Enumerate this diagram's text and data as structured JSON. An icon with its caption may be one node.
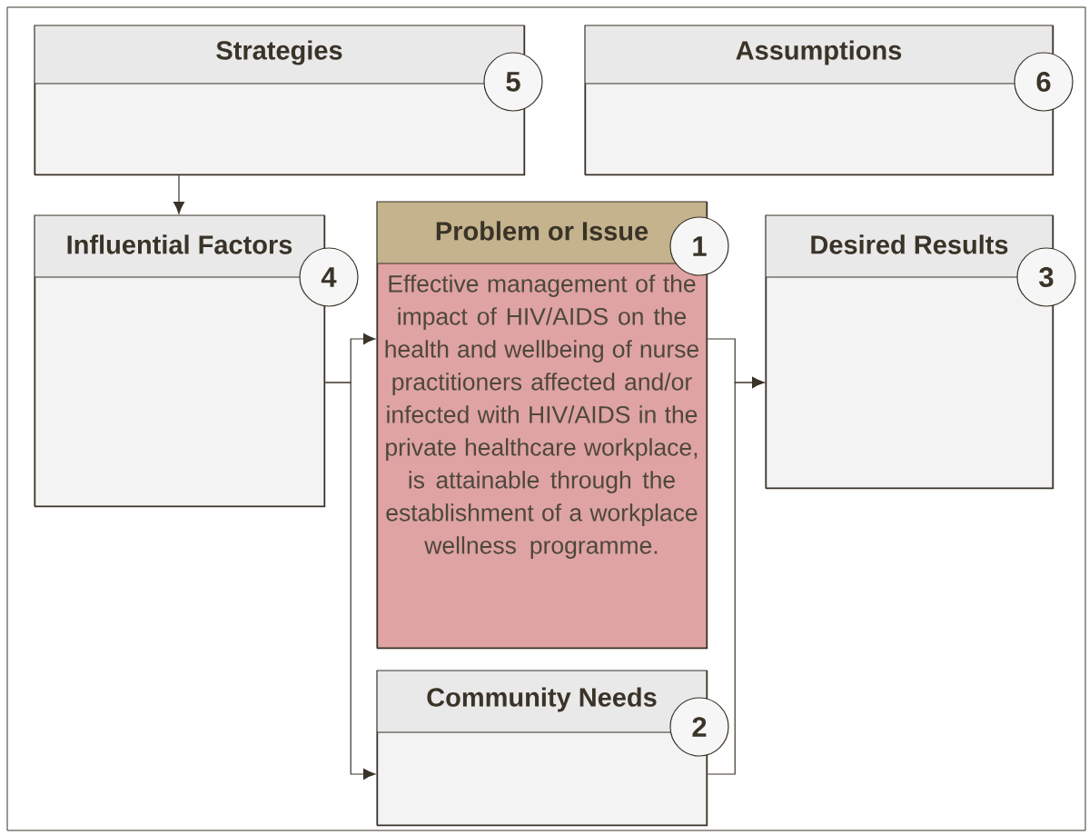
{
  "diagram": {
    "nodes": [
      {
        "text": [
          "Strategies"
        ]
      },
      {
        "text": [
          "5"
        ]
      },
      {
        "text": [
          "Assumptions"
        ]
      },
      {
        "text": [
          "6"
        ]
      },
      {
        "text": [
          "Influential Factors"
        ]
      },
      {
        "text": [
          "4"
        ]
      },
      {
        "text": [
          "Problem or Issue",
          "Effective management of the impact of HIV/AIDS on the health and wellbeing of nurse practitioners affected and/or infected with HIV/AIDS in the private healthcare workplace, is attainable through the establishment of a workplace wellness programme."
        ]
      },
      {
        "text": [
          "1"
        ]
      },
      {
        "text": [
          "Desired Results"
        ]
      },
      {
        "text": [
          "3"
        ]
      },
      {
        "text": [
          "Community Needs"
        ]
      },
      {
        "text": [
          "2"
        ]
      }
    ],
    "edges": [
      {
        "from": 0,
        "to": 4,
        "arrow": "to"
      },
      {
        "from": 4,
        "to": 6,
        "arrow": "to"
      },
      {
        "from": 4,
        "to": 10,
        "arrow": "to"
      },
      {
        "from": 6,
        "to": 8,
        "arrow": "to"
      },
      {
        "from": 10,
        "to": 8,
        "arrow": "to"
      }
    ]
  }
}
